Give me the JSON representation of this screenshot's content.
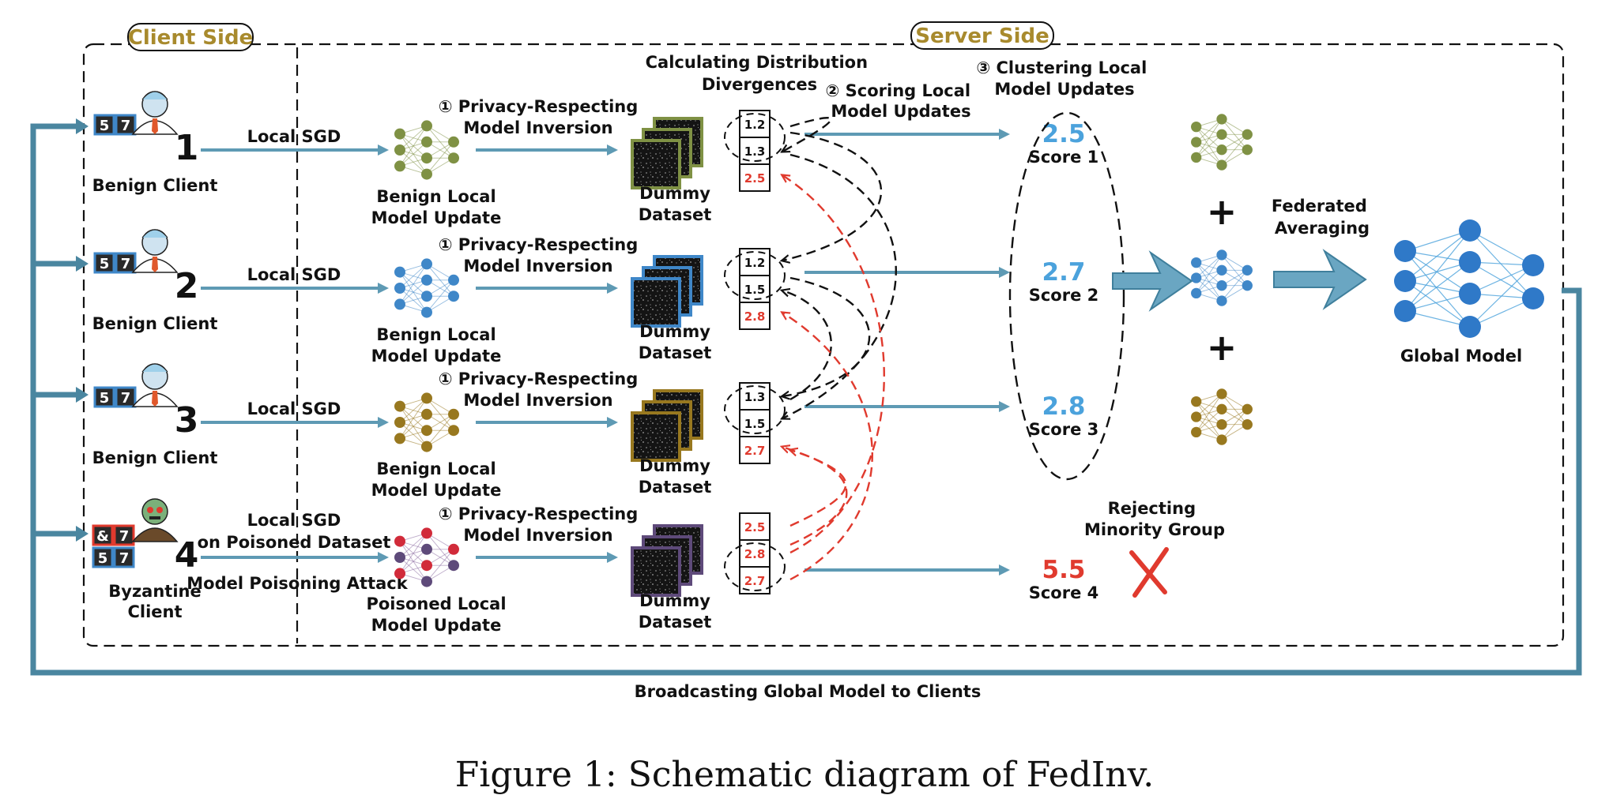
{
  "colors": {
    "arrow": "#5e9ab4",
    "loop": "#4a86a0",
    "green": "#7f9144",
    "blue": "#3f87c8",
    "gold": "#98781f",
    "purple": "#5e4a7a",
    "red": "#e03a2e",
    "score_blue": "#4ba2dc",
    "tag_text": "#a88a2d"
  },
  "sections": {
    "client": "Client Side",
    "server": "Server Side"
  },
  "headers": {
    "calc": [
      "Calculating Distribution",
      "Divergences"
    ],
    "scoring": [
      "② Scoring Local",
      "Model Updates"
    ],
    "cluster": [
      "③ Clustering Local",
      "Model Updates"
    ]
  },
  "clients": [
    {
      "number": "1",
      "label": [
        "Benign Client"
      ],
      "sgd": [
        "Local SGD"
      ],
      "inversion": [
        "① Privacy-Respecting",
        "Model Inversion"
      ],
      "update": [
        "Benign Local",
        "Model Update"
      ],
      "dataset": [
        "Dummy",
        "Dataset"
      ],
      "divergences": [
        "1.2",
        "1.3",
        "2.5"
      ],
      "score_value": "2.5",
      "score_label": "Score 1"
    },
    {
      "number": "2",
      "label": [
        "Benign Client"
      ],
      "sgd": [
        "Local SGD"
      ],
      "inversion": [
        "① Privacy-Respecting",
        "Model Inversion"
      ],
      "update": [
        "Benign Local",
        "Model Update"
      ],
      "dataset": [
        "Dummy",
        "Dataset"
      ],
      "divergences": [
        "1.2",
        "1.5",
        "2.8"
      ],
      "score_value": "2.7",
      "score_label": "Score 2"
    },
    {
      "number": "3",
      "label": [
        "Benign Client"
      ],
      "sgd": [
        "Local SGD"
      ],
      "inversion": [
        "① Privacy-Respecting",
        "Model Inversion"
      ],
      "update": [
        "Benign Local",
        "Model Update"
      ],
      "dataset": [
        "Dummy",
        "Dataset"
      ],
      "divergences": [
        "1.3",
        "1.5",
        "2.7"
      ],
      "score_value": "2.8",
      "score_label": "Score 3"
    },
    {
      "number": "4",
      "label": [
        "Byzantine",
        "Client"
      ],
      "sgd": [
        "Local SGD",
        "on Poisoned Dataset"
      ],
      "attack": "Model Poisoning Attack",
      "inversion": [
        "① Privacy-Respecting",
        "Model Inversion"
      ],
      "update": [
        "Poisoned Local",
        "Model Update"
      ],
      "dataset": [
        "Dummy",
        "Dataset"
      ],
      "divergences": [
        "2.5",
        "2.8",
        "2.7"
      ],
      "score_value": "5.5",
      "score_label": "Score 4"
    }
  ],
  "digits": {
    "left": "5",
    "right": "7",
    "left_alt": "&"
  },
  "plus": "+",
  "fedavg": [
    "Federated",
    "Averaging"
  ],
  "global_model": "Global Model",
  "reject": [
    "Rejecting",
    "Minority Group"
  ],
  "reject_mark": "X",
  "broadcast": "Broadcasting Global Model to Clients",
  "caption": "Figure 1: Schematic diagram of FedInv."
}
